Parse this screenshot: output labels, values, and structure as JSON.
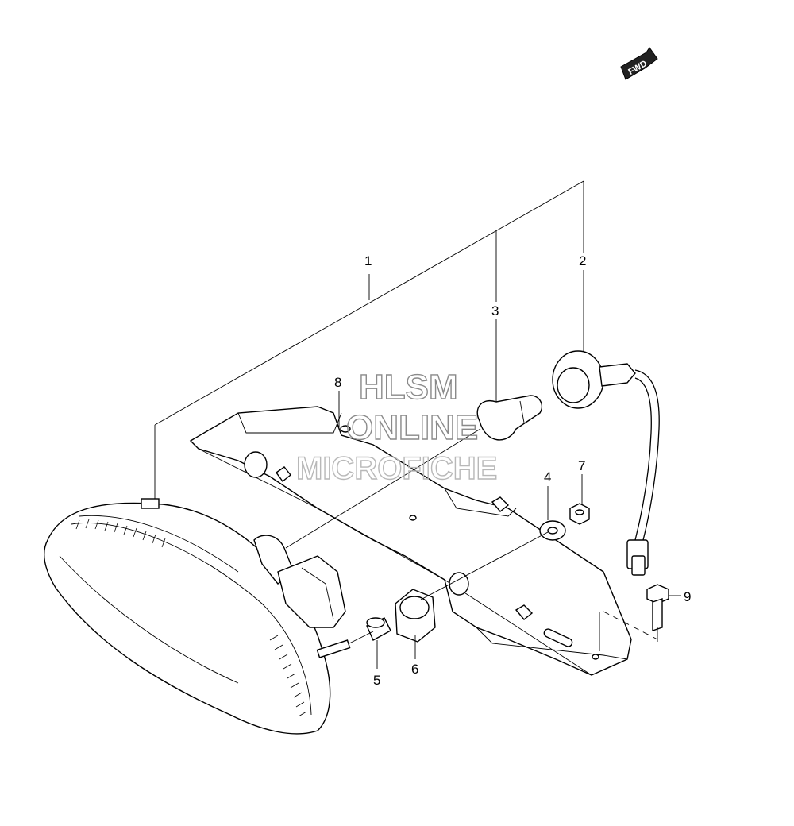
{
  "fwd_badge": "FWD",
  "watermark": {
    "line1": "HLSM",
    "line2": "ONLINE",
    "line3": "MICROFICHE"
  },
  "callouts": [
    {
      "id": "1",
      "label": "1"
    },
    {
      "id": "2",
      "label": "2"
    },
    {
      "id": "3",
      "label": "3"
    },
    {
      "id": "4",
      "label": "4"
    },
    {
      "id": "5",
      "label": "5"
    },
    {
      "id": "6",
      "label": "6"
    },
    {
      "id": "7",
      "label": "7"
    },
    {
      "id": "8",
      "label": "8"
    },
    {
      "id": "9",
      "label": "9"
    }
  ]
}
